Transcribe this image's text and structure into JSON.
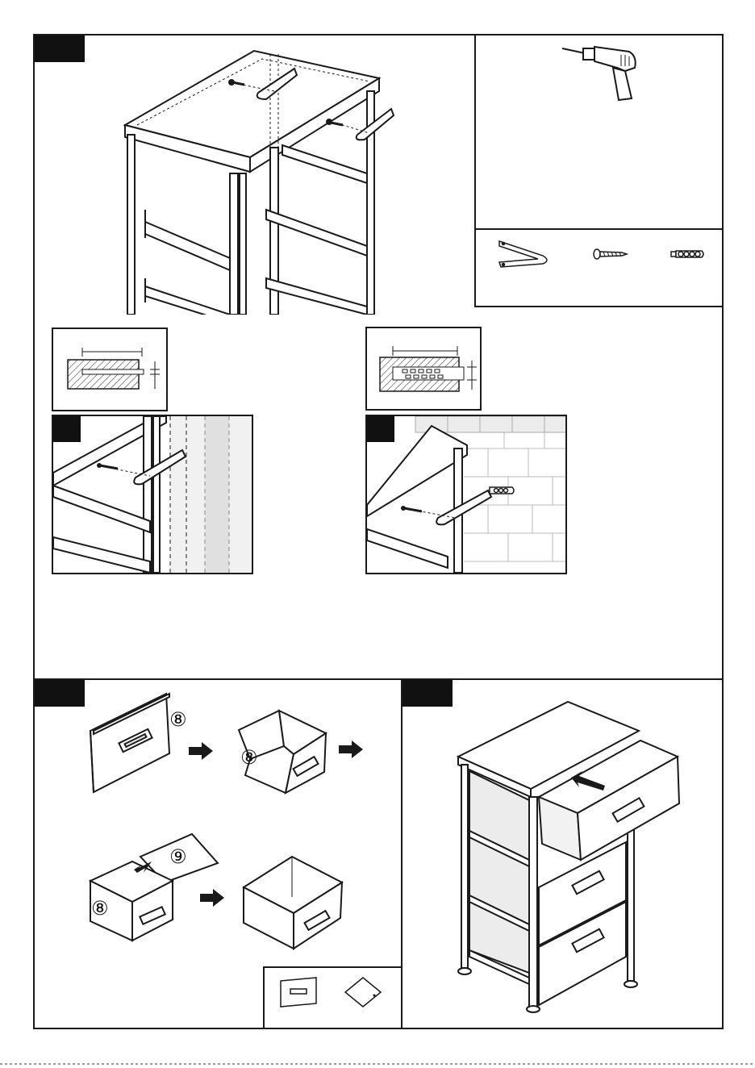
{
  "page": {
    "step_tabs": [
      "step-4",
      "step-5",
      "step-6"
    ]
  },
  "hardware": {
    "tool_icon": "power-drill-icon",
    "parts": [
      {
        "icon": "anti-tip-strap-icon"
      },
      {
        "icon": "wood-screw-icon"
      },
      {
        "icon": "wall-anchor-icon"
      }
    ]
  },
  "wall_mount": {
    "detail_wood_icon": "wood-wall-hole-section-icon",
    "detail_brick_icon": "brick-wall-anchor-section-icon",
    "option_a_icon": "strap-to-wooden-wall-icon",
    "option_b_icon": "strap-to-brick-wall-icon"
  },
  "drawer_assembly": {
    "labels": {
      "fabric_box": "⑧",
      "base_board": "⑨"
    },
    "arrow_icon": "right-arrow-icon"
  },
  "colors": {
    "ink": "#1a1a1a",
    "tab": "#111111",
    "fabric": "#e6e6e6",
    "shade": "#cfcfcf"
  }
}
